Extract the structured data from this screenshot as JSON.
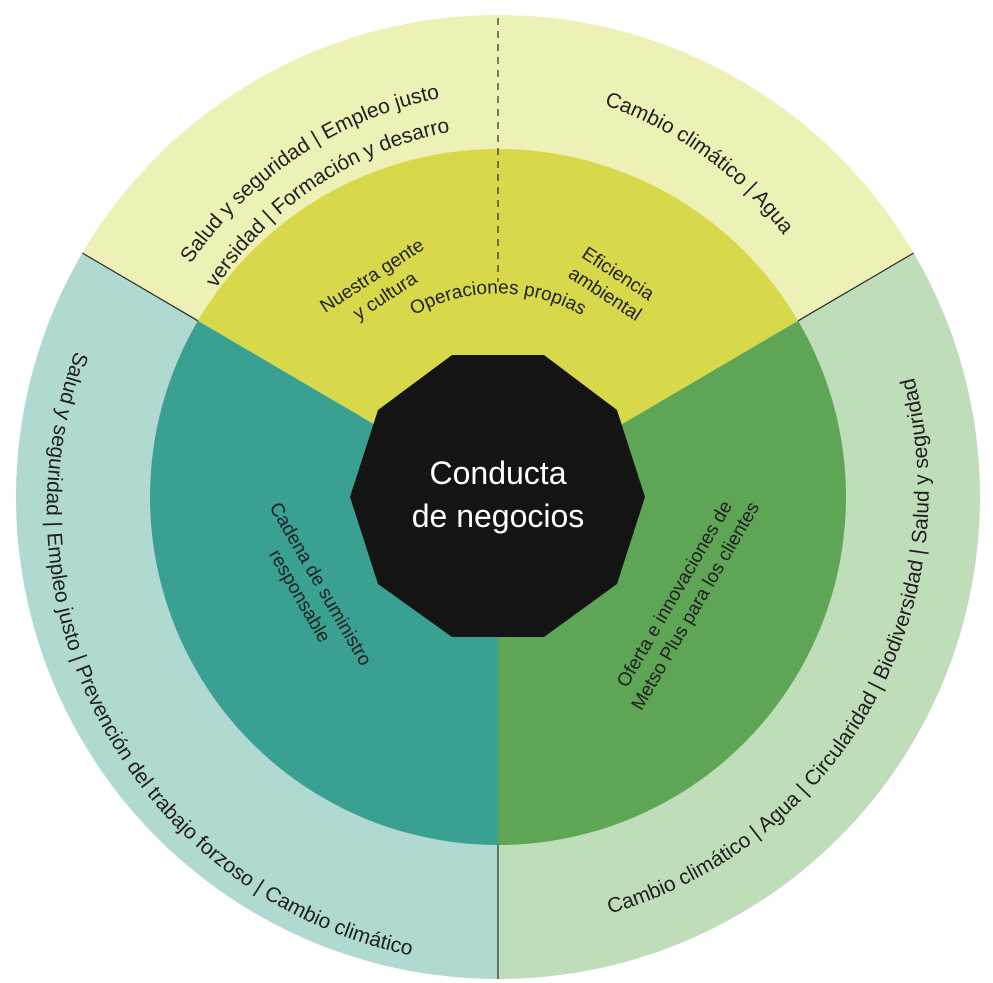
{
  "colors": {
    "top_outer": "#eef1b6",
    "top_inner": "#d8d94a",
    "left_outer": "#b0d9d2",
    "left_inner": "#3aa192",
    "right_outer": "#c0ddba",
    "right_inner": "#5ea556",
    "center": "#141414",
    "divider": "#2b2b2b"
  },
  "center": {
    "line1": "Conducta",
    "line2": "de negocios"
  },
  "top": {
    "inner_label": "Operaciones propias",
    "left_sub": {
      "line1": "Nuestra gente",
      "line2": "y cultura"
    },
    "right_sub": {
      "line1": "Eficiencia",
      "line2": "ambiental"
    },
    "outer_left": {
      "line1": "Salud y seguridad | Empleo justo",
      "line2": "Diversidad | Formación y desarrollo"
    },
    "outer_right": "Cambio climático | Agua"
  },
  "left": {
    "inner": {
      "line1": "Cadena de suministro",
      "line2": "responsable"
    },
    "outer": {
      "line1": "Salud y seguridad | Empleo justo | Prevención del trabajo forzoso | Cambio climático"
    }
  },
  "right": {
    "inner": {
      "line1": "Oferta e innovaciones de",
      "line2": "Metso Plus para los clientes"
    },
    "outer": {
      "line1": "Cambio climático | Agua | Circularidad | Biodiversidad | Salud y seguridad"
    }
  }
}
